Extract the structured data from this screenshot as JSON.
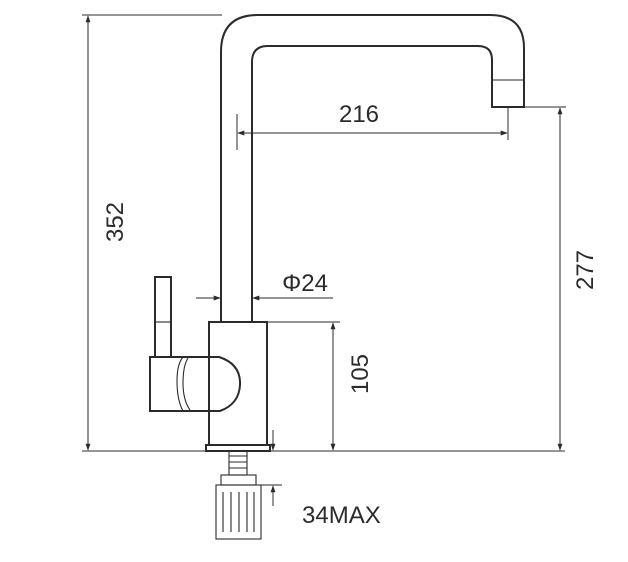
{
  "dimensions": {
    "total_height": "352",
    "spout_reach": "216",
    "spout_height": "277",
    "pipe_diameter": "Φ24",
    "body_height": "105",
    "deck_thickness": "34MAX"
  }
}
